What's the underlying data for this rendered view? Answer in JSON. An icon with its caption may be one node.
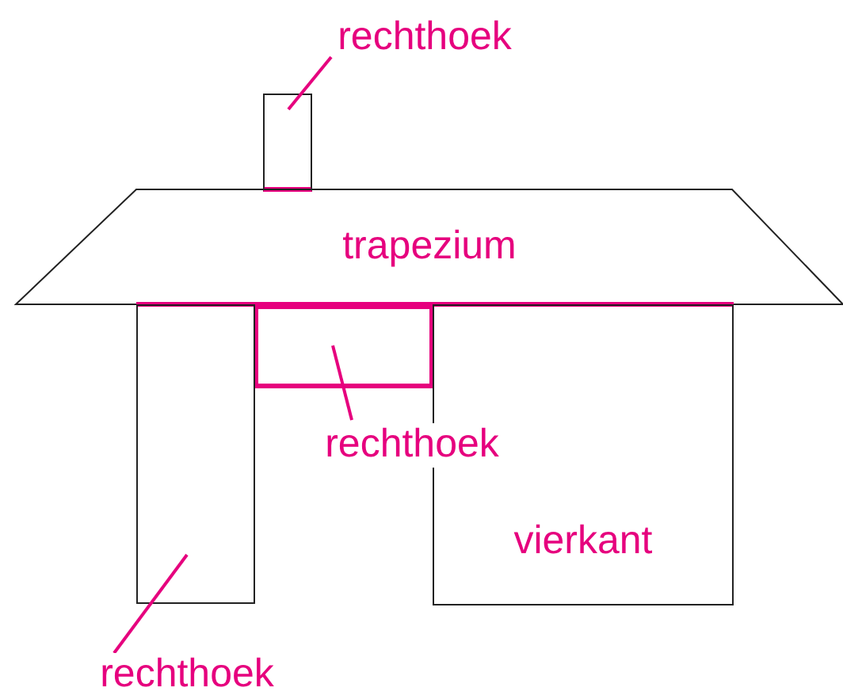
{
  "diagram": {
    "nodes": [
      {
        "text": [
          "rechthoek"
        ]
      },
      {
        "text": [],
        "shape": "box"
      },
      {
        "text": [
          "trapezium"
        ]
      },
      {
        "text": [],
        "shape": "box"
      },
      {
        "text": [
          "rechthoek"
        ]
      },
      {
        "text": [],
        "shape": "box"
      },
      {
        "text": [
          "vierkant"
        ]
      },
      {
        "text": [
          "rechthoek"
        ]
      }
    ],
    "edges": [
      {
        "from": 0,
        "to": 1,
        "arrow": "none",
        "color": "#e6007e"
      },
      {
        "from": 4,
        "to": 3,
        "arrow": "none",
        "color": "#e6007e"
      },
      {
        "from": 7,
        "to": 5,
        "arrow": "none",
        "color": "#e6007e"
      }
    ]
  }
}
